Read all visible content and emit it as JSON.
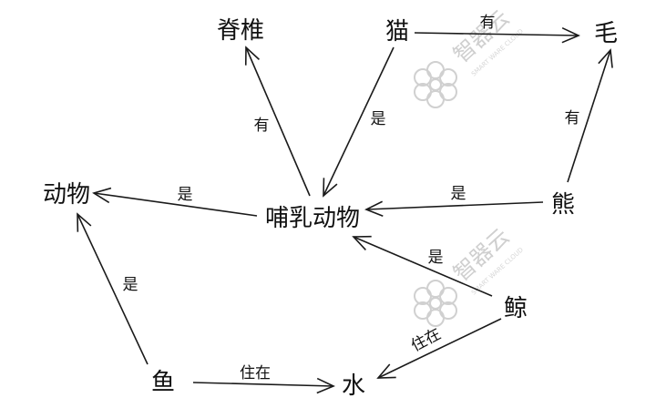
{
  "nodes": {
    "jizhui": "脊椎",
    "mao": "猫",
    "mao_hair": "毛",
    "dongwu": "动物",
    "burudongwu": "哺乳动物",
    "xiong": "熊",
    "jing": "鲸",
    "yu": "鱼",
    "shui": "水"
  },
  "edges": {
    "mammal_vertebra": "有",
    "cat_mammal": "是",
    "cat_hair": "有",
    "bear_hair": "有",
    "mammal_animal": "是",
    "bear_mammal": "是",
    "whale_mammal": "是",
    "whale_water": "住在",
    "fish_animal": "是",
    "fish_water": "住在"
  },
  "watermark": {
    "brand": "智器云",
    "tagline": "SMART WARE CLOUD"
  }
}
